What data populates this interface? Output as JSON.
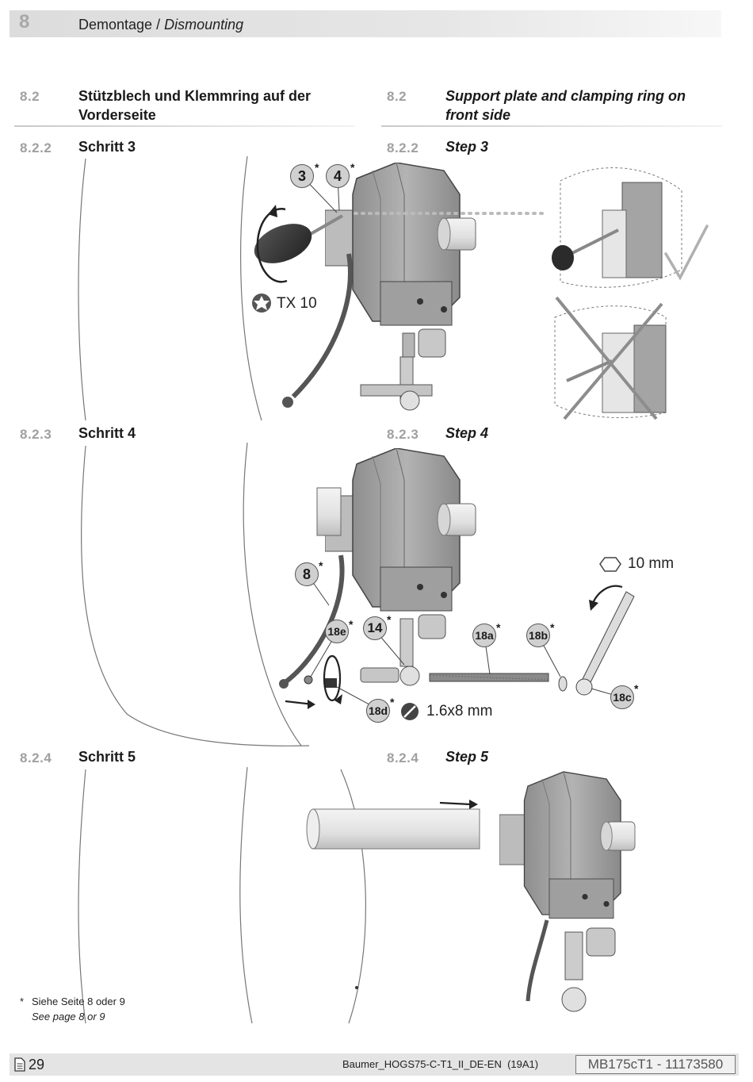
{
  "header": {
    "chapter_number": "8",
    "title_de": "Demontage",
    "separator": " / ",
    "title_en": "Dismounting"
  },
  "sections": {
    "main": {
      "number_de": "8.2",
      "title_de": [
        "Stützblech und Klemmring auf der",
        "Vorderseite"
      ],
      "number_en": "8.2",
      "title_en": [
        "Support plate and clamping ring on",
        "front side"
      ]
    },
    "step3": {
      "number_de": "8.2.2",
      "title_de": "Schritt 3",
      "number_en": "8.2.2",
      "title_en": "Step 3"
    },
    "step4": {
      "number_de": "8.2.3",
      "title_de": "Schritt 4",
      "number_en": "8.2.3",
      "title_en": "Step 4"
    },
    "step5": {
      "number_de": "8.2.4",
      "title_de": "Schritt 5",
      "number_en": "8.2.4",
      "title_en": "Step 5"
    }
  },
  "callouts": {
    "c3": "3",
    "c4": "4",
    "c8": "8",
    "c14": "14",
    "c18a": "18a",
    "c18b": "18b",
    "c18c": "18c",
    "c18d": "18d",
    "c18e": "18e",
    "star": "*"
  },
  "tools": {
    "torx": "TX 10",
    "wrench": "10 mm",
    "pin": "1.6x8 mm"
  },
  "footnote": {
    "de": "Siehe Seite 8 oder 9",
    "en": "See page 8 or 9",
    "marker": "*"
  },
  "footer": {
    "page": "29",
    "doc": "Baumer_HOGS75-C-T1_II_DE-EN  (19A1)",
    "code": "MB175cT1 - 11173580"
  }
}
